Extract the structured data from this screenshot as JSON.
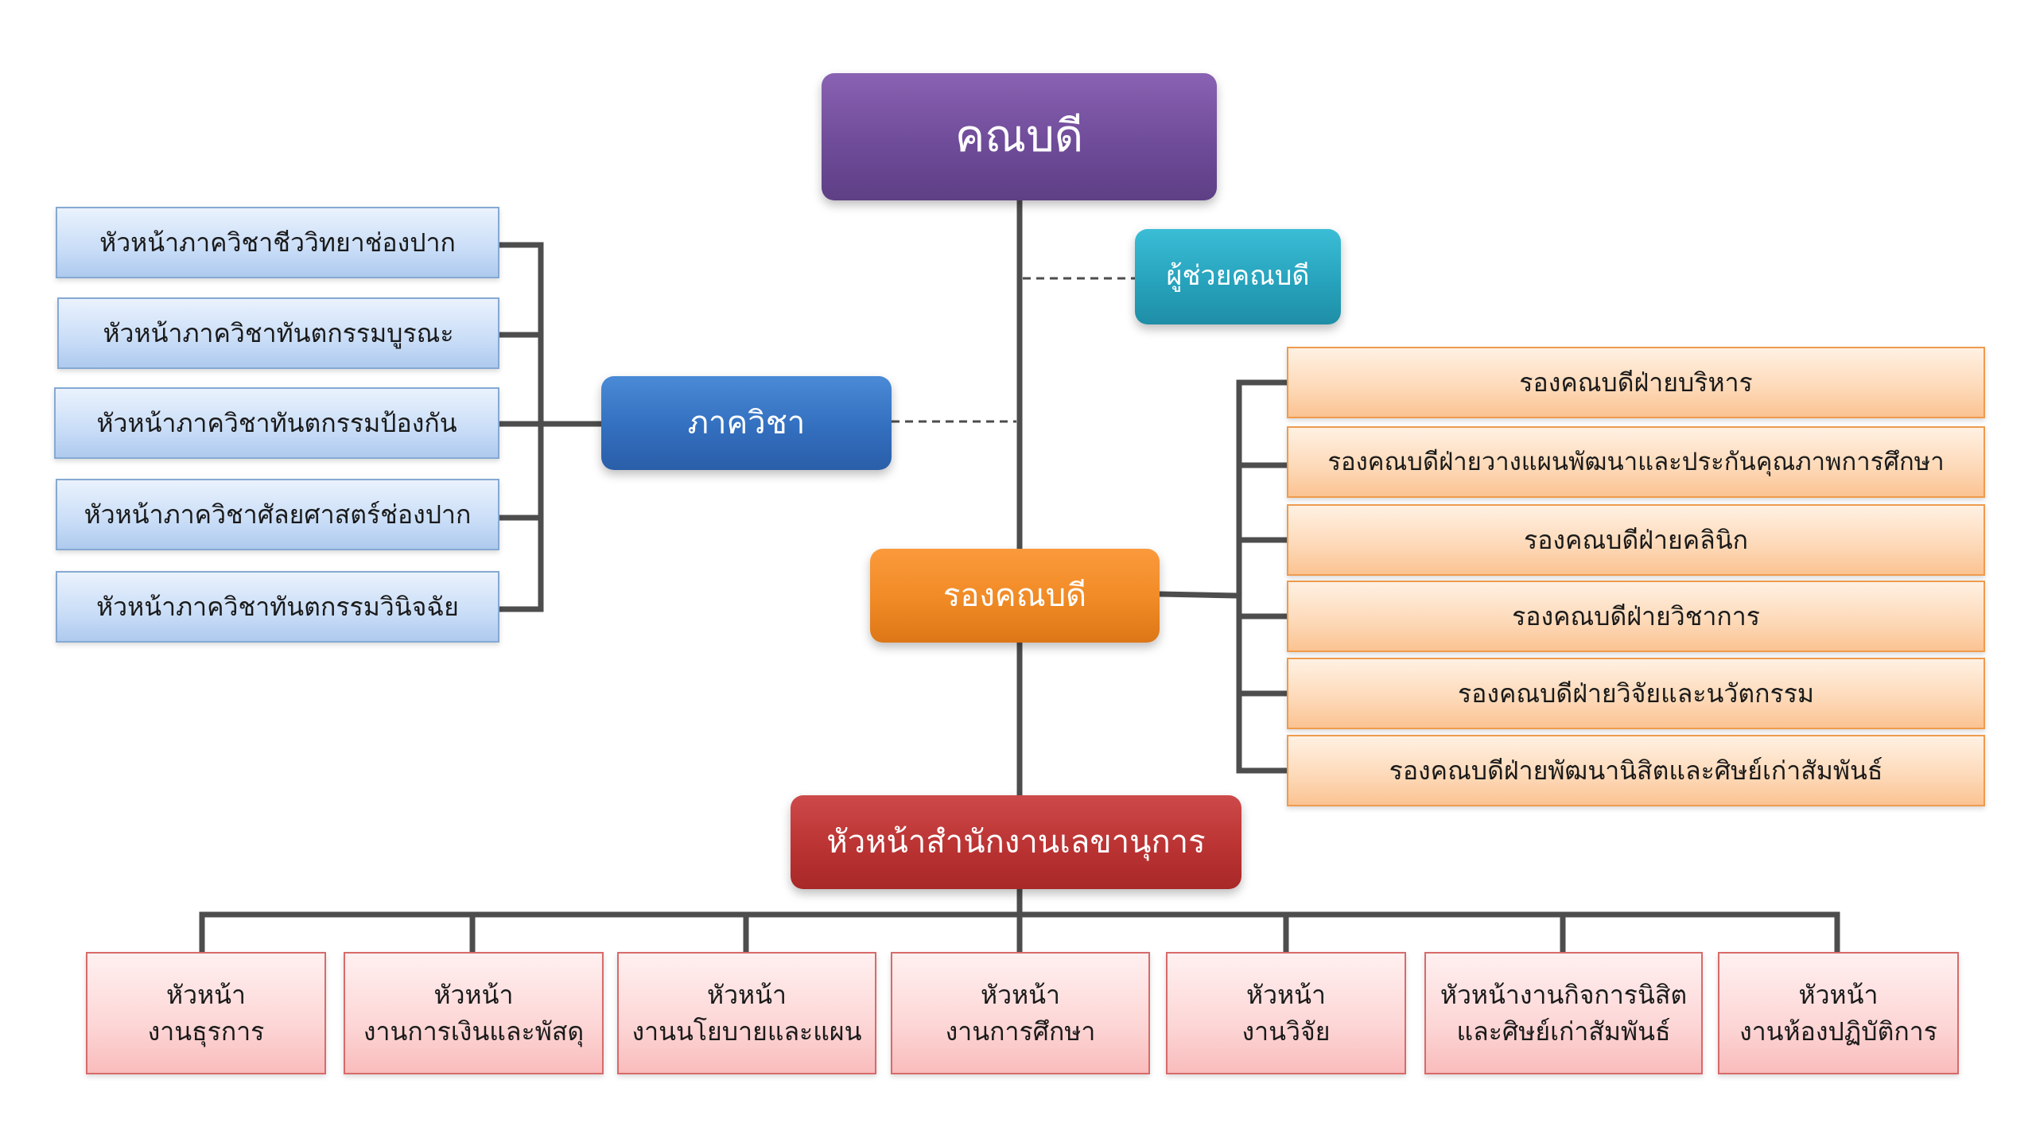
{
  "dean": "คณบดี",
  "assistant_dean": "ผู้ช่วยคณบดี",
  "departments": {
    "label": "ภาควิชา",
    "heads": [
      "หัวหน้าภาควิชาชีววิทยาช่องปาก",
      "หัวหน้าภาควิชาทันตกรรมบูรณะ",
      "หัวหน้าภาควิชาทันตกรรมป้องกัน",
      "หัวหน้าภาควิชาศัลยศาสตร์ช่องปาก",
      "หัวหน้าภาควิชาทันตกรรมวินิจฉัย"
    ]
  },
  "vice_dean": {
    "label": "รองคณบดี",
    "items": [
      "รองคณบดีฝ่ายบริหาร",
      "รองคณบดีฝ่ายวางแผนพัฒนาและประกันคุณภาพการศึกษา",
      "รองคณบดีฝ่ายคลินิก",
      "รองคณบดีฝ่ายวิชาการ",
      "รองคณบดีฝ่ายวิจัยและนวัตกรรม",
      "รองคณบดีฝ่ายพัฒนานิสิตและศิษย์เก่าสัมพันธ์"
    ]
  },
  "secretary_office": {
    "label": "หัวหน้าสำนักงานเลขานุการ",
    "units": [
      {
        "line1": "หัวหน้า",
        "line2": "งานธุรการ"
      },
      {
        "line1": "หัวหน้า",
        "line2": "งานการเงินและพัสดุ"
      },
      {
        "line1": "หัวหน้า",
        "line2": "งานนโยบายและแผน"
      },
      {
        "line1": "หัวหน้า",
        "line2": "งานการศึกษา"
      },
      {
        "line1": "หัวหน้า",
        "line2": "งานวิจัย"
      },
      {
        "line1": "หัวหน้างานกิจการนิสิต",
        "line2": "และศิษย์เก่าสัมพันธ์"
      },
      {
        "line1": "หัวหน้า",
        "line2": "งานห้องปฏิบัติการ"
      }
    ]
  },
  "colors": {
    "dean": "#6f4c99",
    "assistant": "#27a3bd",
    "department": "#336fbf",
    "vice_dean": "#f08a25",
    "secretary": "#bb3333",
    "connector": "#4d4d4d"
  }
}
